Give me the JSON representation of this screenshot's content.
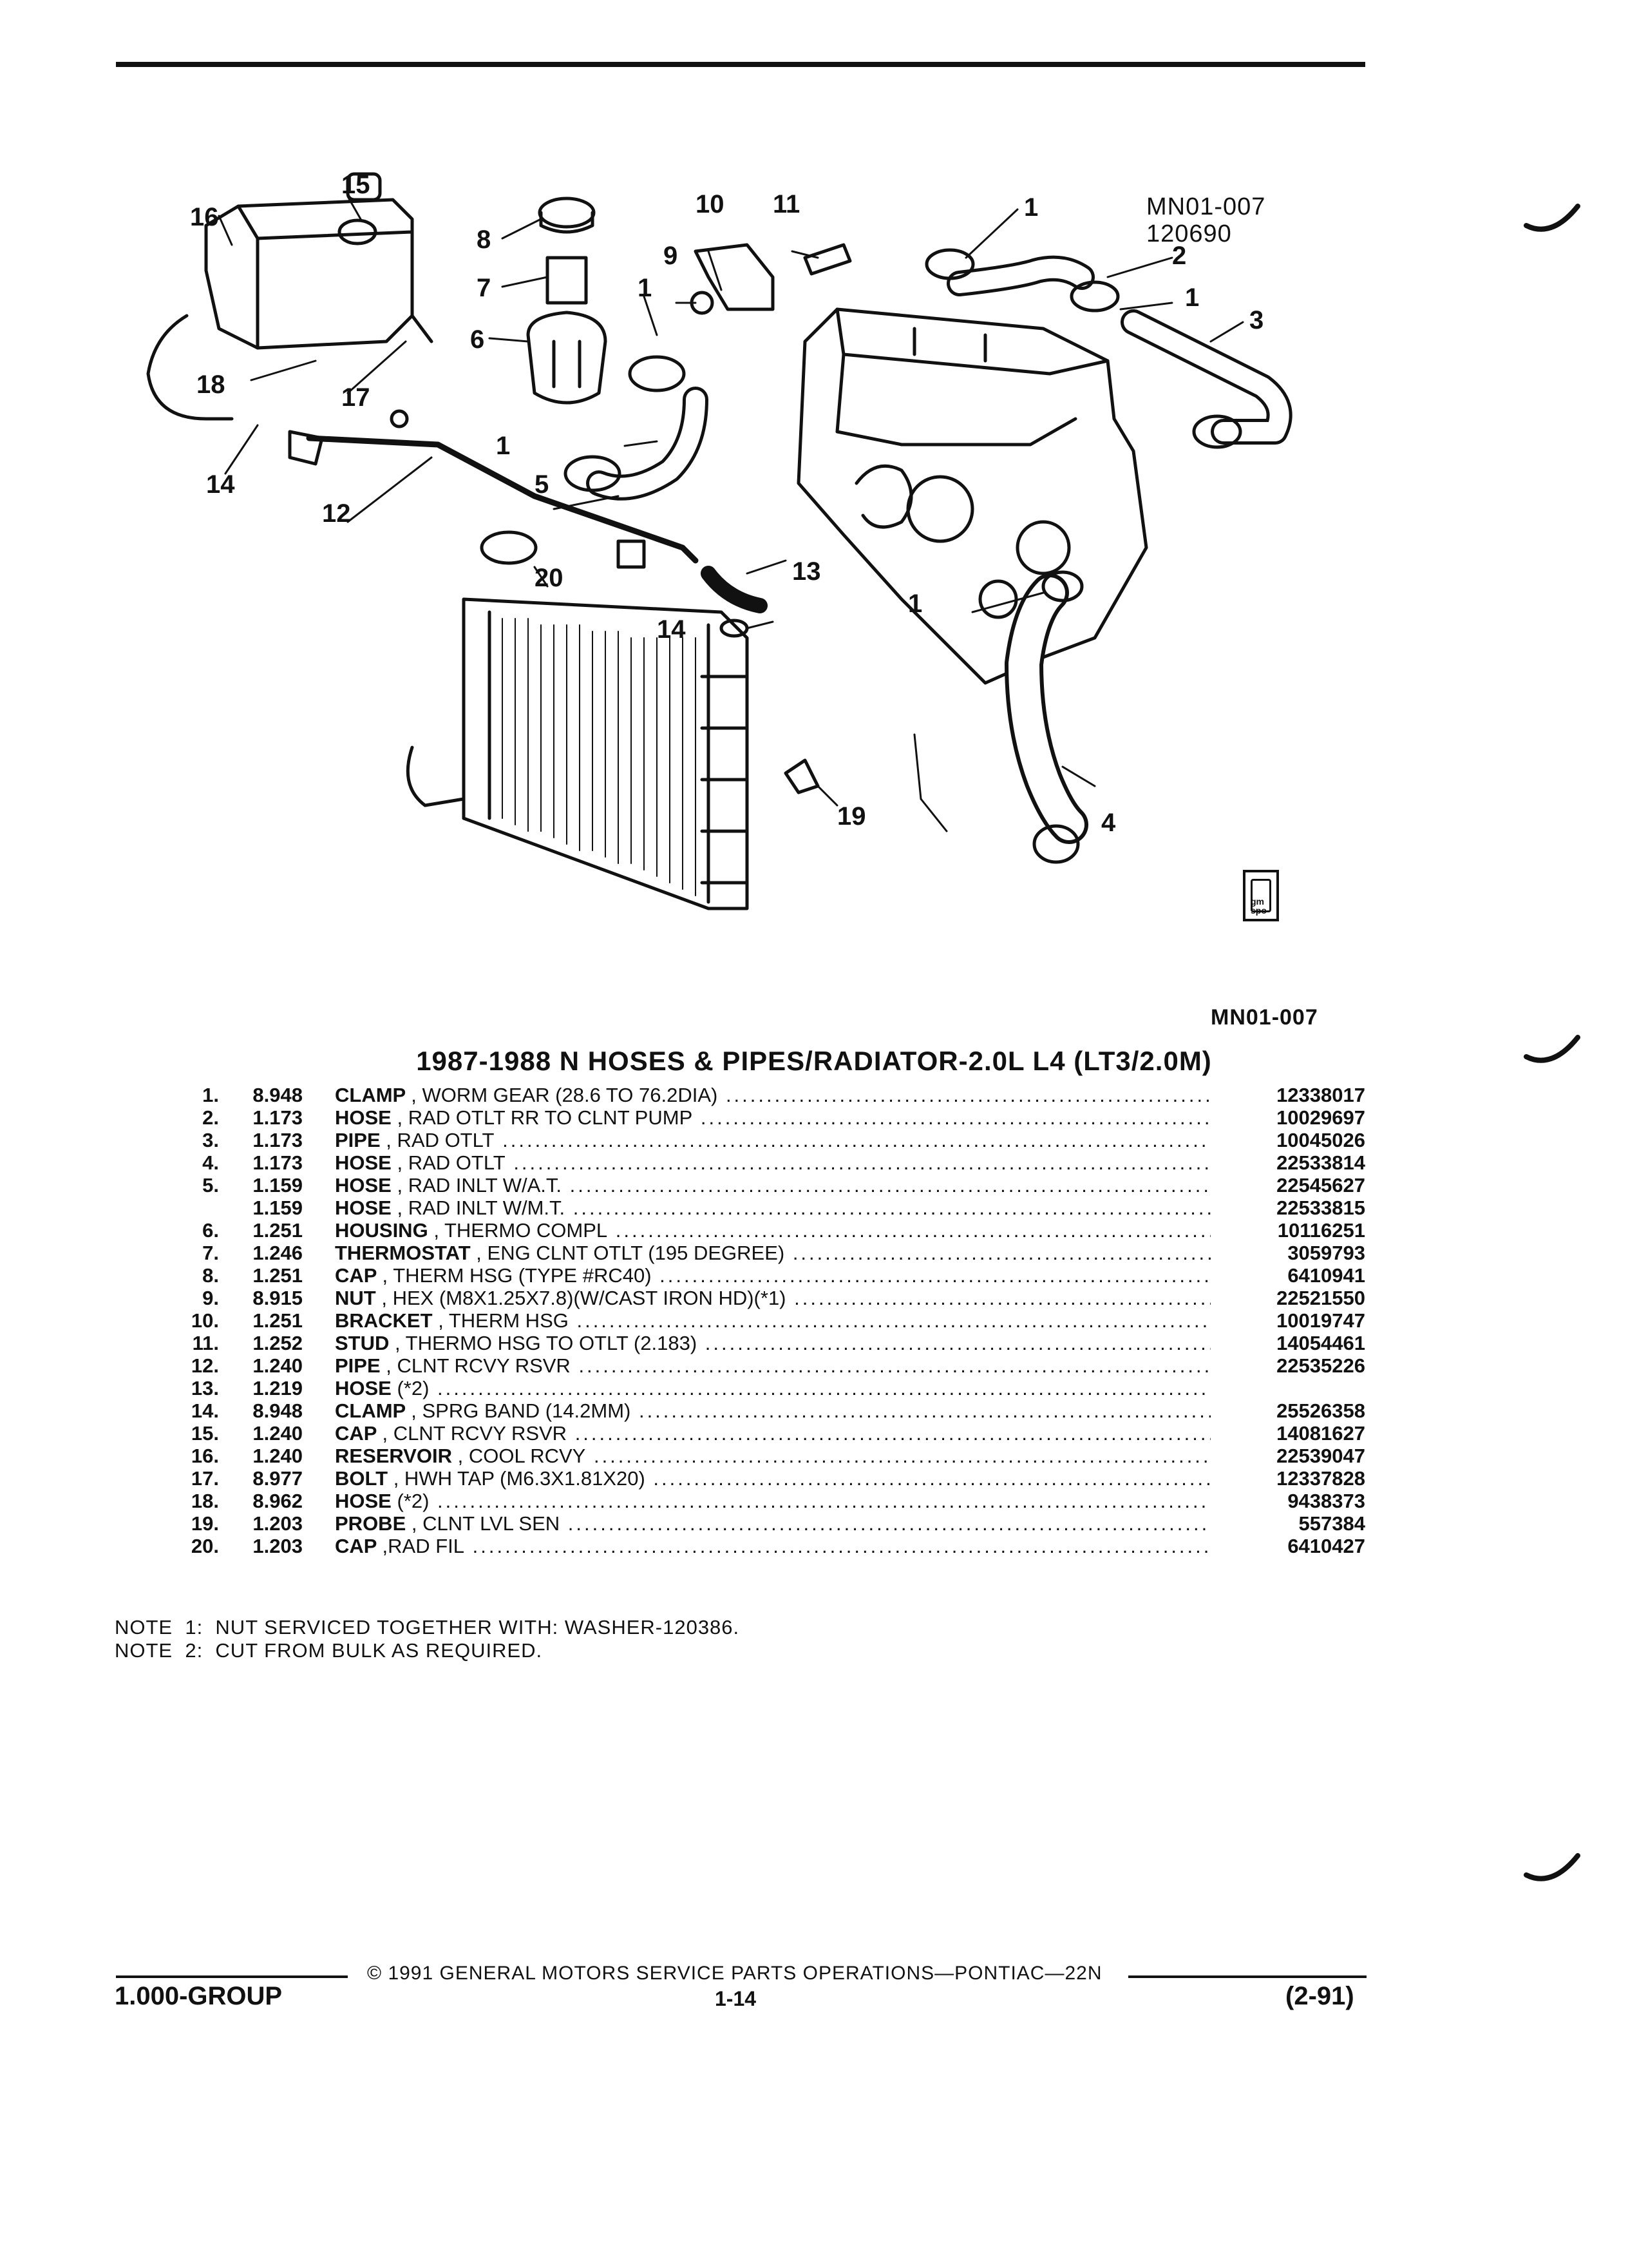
{
  "diagram": {
    "ref_code": "MN01-007",
    "ref_number": "120690",
    "ref_code_lower": "MN01-007",
    "logo_text": "gm spo",
    "callouts": [
      "1",
      "1",
      "1",
      "1",
      "1",
      "2",
      "3",
      "4",
      "5",
      "6",
      "7",
      "8",
      "9",
      "10",
      "11",
      "12",
      "13",
      "14",
      "14",
      "15",
      "16",
      "17",
      "18",
      "19",
      "20"
    ]
  },
  "title": "1987-1988 N HOSES & PIPES/RADIATOR-2.0L L4 (LT3/2.0M)",
  "parts": [
    {
      "num": "1.",
      "group": "8.948",
      "name": "CLAMP",
      "detail": ", WORM GEAR (28.6 TO 76.2DIA)",
      "part": "12338017"
    },
    {
      "num": "2.",
      "group": "1.173",
      "name": "HOSE",
      "detail": ", RAD OTLT RR TO CLNT PUMP",
      "part": "10029697"
    },
    {
      "num": "3.",
      "group": "1.173",
      "name": "PIPE",
      "detail": ", RAD OTLT",
      "part": "10045026"
    },
    {
      "num": "4.",
      "group": "1.173",
      "name": "HOSE",
      "detail": ", RAD OTLT",
      "part": "22533814"
    },
    {
      "num": "5.",
      "group": "1.159",
      "name": "HOSE",
      "detail": ", RAD INLT W/A.T.",
      "part": "22545627"
    },
    {
      "num": "",
      "group": "1.159",
      "name": "HOSE",
      "detail": ", RAD INLT W/M.T.",
      "part": "22533815"
    },
    {
      "num": "6.",
      "group": "1.251",
      "name": "HOUSING",
      "detail": ", THERMO COMPL",
      "part": "10116251"
    },
    {
      "num": "7.",
      "group": "1.246",
      "name": "THERMOSTAT",
      "detail": ", ENG CLNT OTLT (195 DEGREE)",
      "part": "3059793"
    },
    {
      "num": "8.",
      "group": "1.251",
      "name": "CAP",
      "detail": ", THERM HSG (TYPE #RC40)",
      "part": "6410941"
    },
    {
      "num": "9.",
      "group": "8.915",
      "name": "NUT",
      "detail": ", HEX (M8X1.25X7.8)(W/CAST IRON HD)(*1)",
      "part": "22521550"
    },
    {
      "num": "10.",
      "group": "1.251",
      "name": "BRACKET",
      "detail": ", THERM HSG",
      "part": "10019747"
    },
    {
      "num": "11.",
      "group": "1.252",
      "name": "STUD",
      "detail": ", THERMO HSG TO OTLT (2.183)",
      "part": "14054461"
    },
    {
      "num": "12.",
      "group": "1.240",
      "name": "PIPE",
      "detail": ", CLNT RCVY RSVR",
      "part": "22535226"
    },
    {
      "num": "13.",
      "group": "1.219",
      "name": "HOSE",
      "detail": "(*2)",
      "part": ""
    },
    {
      "num": "14.",
      "group": "8.948",
      "name": "CLAMP",
      "detail": ", SPRG BAND (14.2MM)",
      "part": "25526358"
    },
    {
      "num": "15.",
      "group": "1.240",
      "name": "CAP",
      "detail": ", CLNT RCVY RSVR",
      "part": "14081627"
    },
    {
      "num": "16.",
      "group": "1.240",
      "name": "RESERVOIR",
      "detail": ", COOL RCVY",
      "part": "22539047"
    },
    {
      "num": "17.",
      "group": "8.977",
      "name": "BOLT",
      "detail": ", HWH TAP (M6.3X1.81X20)",
      "part": "12337828"
    },
    {
      "num": "18.",
      "group": "8.962",
      "name": "HOSE",
      "detail": "(*2)",
      "part": "9438373"
    },
    {
      "num": "19.",
      "group": "1.203",
      "name": "PROBE",
      "detail": ", CLNT LVL SEN",
      "part": "557384"
    },
    {
      "num": "20.",
      "group": "1.203",
      "name": "CAP",
      "detail": ",RAD FIL",
      "part": "6410427"
    }
  ],
  "notes": [
    "NOTE  1:  NUT SERVICED TOGETHER WITH: WASHER-120386.",
    "NOTE  2:  CUT FROM BULK AS REQUIRED."
  ],
  "footer": {
    "copyright": "© 1991 GENERAL MOTORS SERVICE PARTS OPERATIONS—PONTIAC—22N",
    "group": "1.000-GROUP",
    "page": "1-14",
    "date": "(2-91)"
  }
}
